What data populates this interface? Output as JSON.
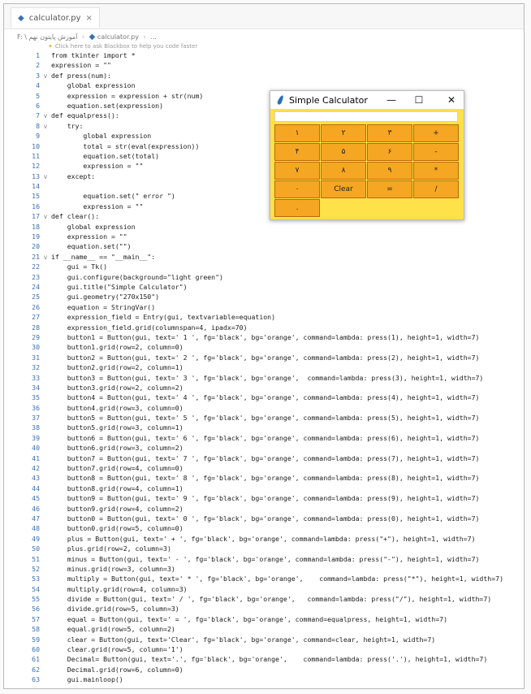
{
  "editor": {
    "tab_label": "calculator.py",
    "tab_close": "×",
    "breadcrumb": [
      "F: \\ آموزش پایتون نهم",
      "calculator.py",
      "..."
    ],
    "hint": "Click here to ask Blackbox to help you code faster",
    "lines": [
      {
        "n": "1",
        "f": "",
        "t": "from tkinter import *"
      },
      {
        "n": "2",
        "f": "",
        "t": "expression = \"\""
      },
      {
        "n": "3",
        "f": "v",
        "t": "def press(num):"
      },
      {
        "n": "4",
        "f": "",
        "t": "    global expression"
      },
      {
        "n": "5",
        "f": "",
        "t": "    expression = expression + str(num)"
      },
      {
        "n": "6",
        "f": "",
        "t": "    equation.set(expression)"
      },
      {
        "n": "7",
        "f": "v",
        "t": "def equalpress():"
      },
      {
        "n": "8",
        "f": "v",
        "t": "    try:"
      },
      {
        "n": "9",
        "f": "",
        "t": "        global expression"
      },
      {
        "n": "10",
        "f": "",
        "t": "        total = str(eval(expression))"
      },
      {
        "n": "11",
        "f": "",
        "t": "        equation.set(total)"
      },
      {
        "n": "12",
        "f": "",
        "t": "        expression = \"\""
      },
      {
        "n": "13",
        "f": "v",
        "t": "    except:"
      },
      {
        "n": "14",
        "f": "",
        "t": ""
      },
      {
        "n": "15",
        "f": "",
        "t": "        equation.set(\" error \")"
      },
      {
        "n": "16",
        "f": "",
        "t": "        expression = \"\""
      },
      {
        "n": "17",
        "f": "v",
        "t": "def clear():"
      },
      {
        "n": "18",
        "f": "",
        "t": "    global expression"
      },
      {
        "n": "19",
        "f": "",
        "t": "    expression = \"\""
      },
      {
        "n": "20",
        "f": "",
        "t": "    equation.set(\"\")"
      },
      {
        "n": "21",
        "f": "v",
        "t": "if __name__ == \"__main__\":"
      },
      {
        "n": "22",
        "f": "",
        "t": "    gui = Tk()"
      },
      {
        "n": "23",
        "f": "",
        "t": "    gui.configure(background=\"light green\")"
      },
      {
        "n": "24",
        "f": "",
        "t": "    gui.title(\"Simple Calculator\")"
      },
      {
        "n": "25",
        "f": "",
        "t": "    gui.geometry(\"270x150\")"
      },
      {
        "n": "26",
        "f": "",
        "t": "    equation = StringVar()"
      },
      {
        "n": "27",
        "f": "",
        "t": "    expression_field = Entry(gui, textvariable=equation)"
      },
      {
        "n": "28",
        "f": "",
        "t": "    expression_field.grid(columnspan=4, ipadx=70)"
      },
      {
        "n": "29",
        "f": "",
        "t": "    button1 = Button(gui, text=' 1 ', fg='black', bg='orange', command=lambda: press(1), height=1, width=7)"
      },
      {
        "n": "30",
        "f": "",
        "t": "    button1.grid(row=2, column=0)"
      },
      {
        "n": "31",
        "f": "",
        "t": "    button2 = Button(gui, text=' 2 ', fg='black', bg='orange', command=lambda: press(2), height=1, width=7)"
      },
      {
        "n": "32",
        "f": "",
        "t": "    button2.grid(row=2, column=1)"
      },
      {
        "n": "33",
        "f": "",
        "t": "    button3 = Button(gui, text=' 3 ', fg='black', bg='orange',  command=lambda: press(3), height=1, width=7)"
      },
      {
        "n": "34",
        "f": "",
        "t": "    button3.grid(row=2, column=2)"
      },
      {
        "n": "35",
        "f": "",
        "t": "    button4 = Button(gui, text=' 4 ', fg='black', bg='orange', command=lambda: press(4), height=1, width=7)"
      },
      {
        "n": "36",
        "f": "",
        "t": "    button4.grid(row=3, column=0)"
      },
      {
        "n": "37",
        "f": "",
        "t": "    button5 = Button(gui, text=' 5 ', fg='black', bg='orange', command=lambda: press(5), height=1, width=7)"
      },
      {
        "n": "38",
        "f": "",
        "t": "    button5.grid(row=3, column=1)"
      },
      {
        "n": "39",
        "f": "",
        "t": "    button6 = Button(gui, text=' 6 ', fg='black', bg='orange', command=lambda: press(6), height=1, width=7)"
      },
      {
        "n": "40",
        "f": "",
        "t": "    button6.grid(row=3, column=2)"
      },
      {
        "n": "41",
        "f": "",
        "t": "    button7 = Button(gui, text=' 7 ', fg='black', bg='orange', command=lambda: press(7), height=1, width=7)"
      },
      {
        "n": "42",
        "f": "",
        "t": "    button7.grid(row=4, column=0)"
      },
      {
        "n": "43",
        "f": "",
        "t": "    button8 = Button(gui, text=' 8 ', fg='black', bg='orange', command=lambda: press(8), height=1, width=7)"
      },
      {
        "n": "44",
        "f": "",
        "t": "    button8.grid(row=4, column=1)"
      },
      {
        "n": "45",
        "f": "",
        "t": "    button9 = Button(gui, text=' 9 ', fg='black', bg='orange', command=lambda: press(9), height=1, width=7)"
      },
      {
        "n": "46",
        "f": "",
        "t": "    button9.grid(row=4, column=2)"
      },
      {
        "n": "47",
        "f": "",
        "t": "    button0 = Button(gui, text=' 0 ', fg='black', bg='orange', command=lambda: press(0), height=1, width=7)"
      },
      {
        "n": "48",
        "f": "",
        "t": "    button0.grid(row=5, column=0)"
      },
      {
        "n": "49",
        "f": "",
        "t": "    plus = Button(gui, text=' + ', fg='black', bg='orange', command=lambda: press(\"+\"), height=1, width=7)"
      },
      {
        "n": "50",
        "f": "",
        "t": "    plus.grid(row=2, column=3)"
      },
      {
        "n": "51",
        "f": "",
        "t": "    minus = Button(gui, text=' - ', fg='black', bg='orange', command=lambda: press(\"-\"), height=1, width=7)"
      },
      {
        "n": "52",
        "f": "",
        "t": "    minus.grid(row=3, column=3)"
      },
      {
        "n": "53",
        "f": "",
        "t": "    multiply = Button(gui, text=' * ', fg='black', bg='orange',    command=lambda: press(\"*\"), height=1, width=7)"
      },
      {
        "n": "54",
        "f": "",
        "t": "    multiply.grid(row=4, column=3)"
      },
      {
        "n": "55",
        "f": "",
        "t": "    divide = Button(gui, text=' / ', fg='black', bg='orange',   command=lambda: press(\"/\"), height=1, width=7)"
      },
      {
        "n": "56",
        "f": "",
        "t": "    divide.grid(row=5, column=3)"
      },
      {
        "n": "57",
        "f": "",
        "t": "    equal = Button(gui, text=' = ', fg='black', bg='orange', command=equalpress, height=1, width=7)"
      },
      {
        "n": "58",
        "f": "",
        "t": "    equal.grid(row=5, column=2)"
      },
      {
        "n": "59",
        "f": "",
        "t": "    clear = Button(gui, text='Clear', fg='black', bg='orange', command=clear, height=1, width=7)"
      },
      {
        "n": "60",
        "f": "",
        "t": "    clear.grid(row=5, column='1')"
      },
      {
        "n": "61",
        "f": "",
        "t": "    Decimal= Button(gui, text='.', fg='black', bg='orange',    command=lambda: press('.'), height=1, width=7)"
      },
      {
        "n": "62",
        "f": "",
        "t": "    Decimal.grid(row=6, column=0)"
      },
      {
        "n": "63",
        "f": "",
        "t": "    gui.mainloop()"
      }
    ]
  },
  "calc_window": {
    "title": "Simple Calculator",
    "minimize": "—",
    "maximize": "☐",
    "close": "✕",
    "entry_value": "",
    "bg_color": "#ffe14a",
    "button_color": "#f5a623",
    "keys": [
      {
        "label": "۱",
        "row": 0,
        "col": 0
      },
      {
        "label": "۲",
        "row": 0,
        "col": 1
      },
      {
        "label": "۳",
        "row": 0,
        "col": 2
      },
      {
        "label": "+",
        "row": 0,
        "col": 3
      },
      {
        "label": "۴",
        "row": 1,
        "col": 0
      },
      {
        "label": "۵",
        "row": 1,
        "col": 1
      },
      {
        "label": "۶",
        "row": 1,
        "col": 2
      },
      {
        "label": "-",
        "row": 1,
        "col": 3
      },
      {
        "label": "۷",
        "row": 2,
        "col": 0
      },
      {
        "label": "۸",
        "row": 2,
        "col": 1
      },
      {
        "label": "۹",
        "row": 2,
        "col": 2
      },
      {
        "label": "*",
        "row": 2,
        "col": 3
      },
      {
        "label": "۰",
        "row": 3,
        "col": 0
      },
      {
        "label": "Clear",
        "row": 3,
        "col": 1
      },
      {
        "label": "=",
        "row": 3,
        "col": 2
      },
      {
        "label": "/",
        "row": 3,
        "col": 3
      },
      {
        "label": ".",
        "row": 4,
        "col": 0
      }
    ]
  }
}
